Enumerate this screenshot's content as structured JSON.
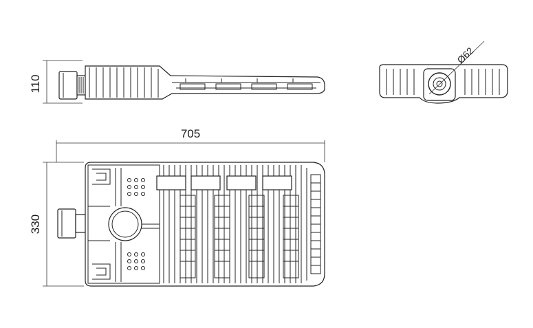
{
  "dimensions": {
    "side_height": "110",
    "top_length": "705",
    "top_width": "330",
    "pole_diameter": "Ø62"
  }
}
